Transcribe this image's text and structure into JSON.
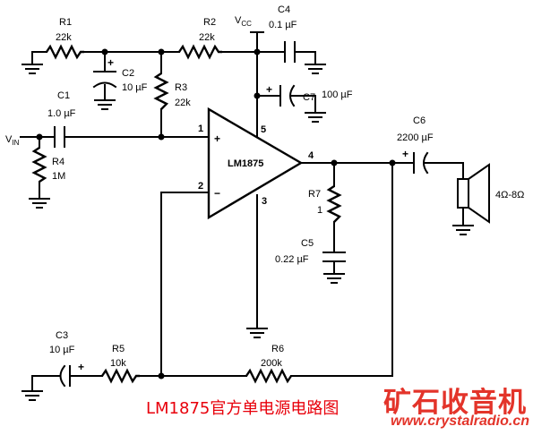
{
  "labels": {
    "r1_name": "R1",
    "r1_value": "22k",
    "r2_name": "R2",
    "r2_value": "22k",
    "r3_name": "R3",
    "r3_value": "22k",
    "r4_name": "R4",
    "r4_value": "1M",
    "r5_name": "R5",
    "r5_value": "10k",
    "r6_name": "R6",
    "r6_value": "200k",
    "r7_name": "R7",
    "r7_value": "1",
    "c1_name": "C1",
    "c1_value": "1.0 µF",
    "c2_name": "C2",
    "c2_value": "10 µF",
    "c3_name": "C3",
    "c3_value": "10 µF",
    "c4_name": "C4",
    "c4_value": "0.1 µF",
    "c5_name": "C5",
    "c5_value": "0.22 µF",
    "c6_name": "C6",
    "c6_value": "2200 µF",
    "c7_name": "C7",
    "c7_value": "100 µF",
    "vcc_main": "V",
    "vcc_sub": "CC",
    "vin_main": "V",
    "vin_sub": "IN",
    "ic_name": "LM1875",
    "pin1": "1",
    "pin2": "2",
    "pin3": "3",
    "pin4": "4",
    "pin5": "5",
    "plus_sign": "+",
    "minus_sign": "−",
    "speaker_impedance": "4Ω-8Ω"
  },
  "caption": "LM1875官方单电源电路图",
  "watermark": {
    "title": "矿石收音机",
    "url": "www.crystalradio.cn"
  },
  "colors": {
    "caption": "#e8000b",
    "watermark": "#e3342a",
    "ink": "#000000"
  }
}
